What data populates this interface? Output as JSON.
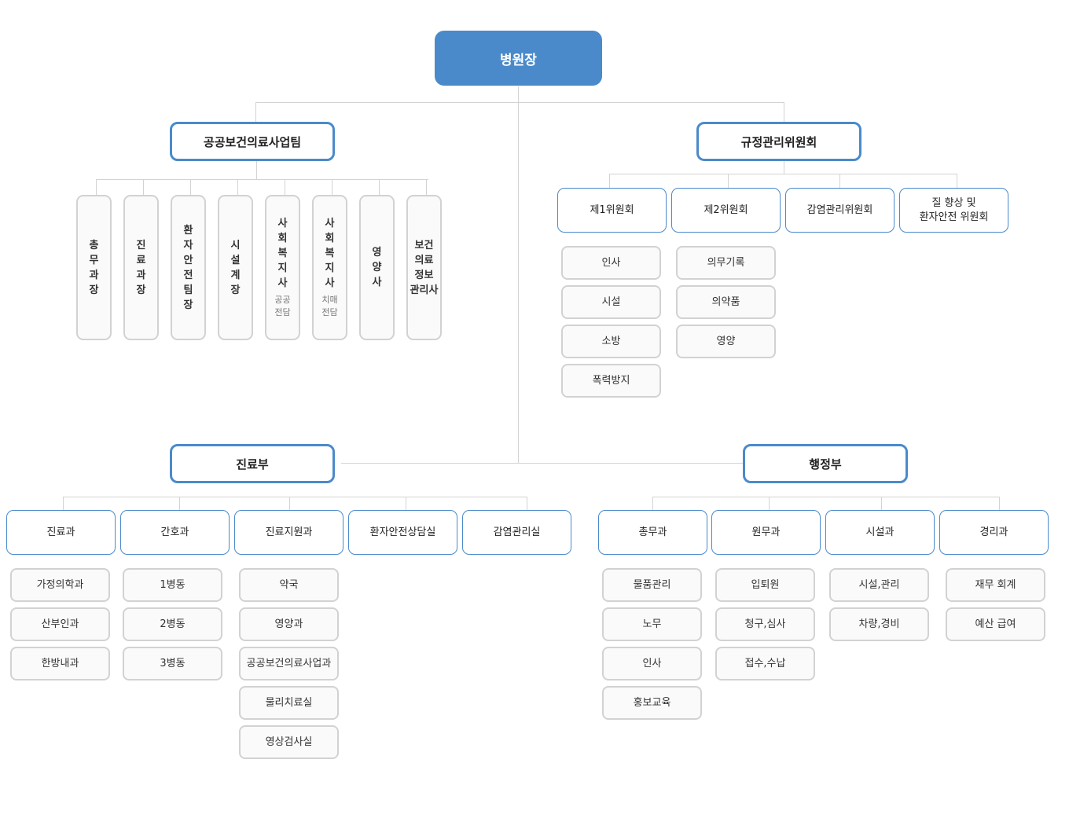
{
  "director": "병원장",
  "public_health_team": {
    "title": "공공보건의료사업팀",
    "members": [
      {
        "name": "총\n무\n과\n장",
        "note": ""
      },
      {
        "name": "진\n료\n과\n장",
        "note": ""
      },
      {
        "name": "환\n자\n안\n전\n팀\n장",
        "note": ""
      },
      {
        "name": "시\n설\n계\n장",
        "note": ""
      },
      {
        "name": "사\n회\n복\n지\n사",
        "note": "공공\n전담"
      },
      {
        "name": "사\n회\n복\n지\n사",
        "note": "치매\n전담"
      },
      {
        "name": "영\n양\n사",
        "note": ""
      },
      {
        "name": "보건\n의료\n정보\n관리사",
        "note": ""
      }
    ]
  },
  "regulation_committee": {
    "title": "규정관리위원회",
    "committees": [
      {
        "label": "제1위원회",
        "items": [
          "인사",
          "시설",
          "소방",
          "폭력방지"
        ]
      },
      {
        "label": "제2위원회",
        "items": [
          "의무기록",
          "의약품",
          "영양"
        ]
      },
      {
        "label": "감염관리위원회",
        "items": []
      },
      {
        "label": "질 향상 및\n환자안전 위원회",
        "items": []
      }
    ]
  },
  "medical_dept": {
    "title": "진료부",
    "divisions": [
      {
        "label": "진료과",
        "items": [
          "가정의학과",
          "산부인과",
          "한방내과"
        ]
      },
      {
        "label": "간호과",
        "items": [
          "1병동",
          "2병동",
          "3병동"
        ]
      },
      {
        "label": "진료지원과",
        "items": [
          "약국",
          "영양과",
          "공공보건의료사업과",
          "물리치료실",
          "영상검사실"
        ]
      },
      {
        "label": "환자안전상담실",
        "items": []
      },
      {
        "label": "감염관리실",
        "items": []
      }
    ]
  },
  "admin_dept": {
    "title": "행정부",
    "divisions": [
      {
        "label": "총무과",
        "items": [
          "물품관리",
          "노무",
          "인사",
          "홍보교육"
        ]
      },
      {
        "label": "원무과",
        "items": [
          "입퇴원",
          "청구,심사",
          "접수,수납"
        ]
      },
      {
        "label": "시설과",
        "items": [
          "시설,관리",
          "차량,경비"
        ]
      },
      {
        "label": "경리과",
        "items": [
          "재무 회계",
          "예산 급여"
        ]
      }
    ]
  },
  "colors": {
    "accent": "#4a8acb",
    "connector": "#d3d3d3",
    "leaf_border": "#d2d2d2"
  }
}
